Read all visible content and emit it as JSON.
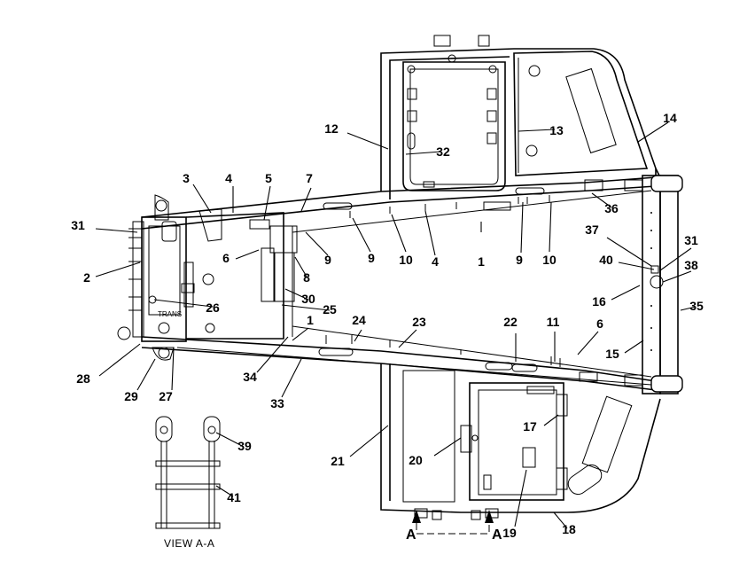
{
  "view_caption": "VIEW A-A",
  "trans_label": "TRANS",
  "section_marks": [
    "A",
    "A"
  ],
  "callouts": [
    {
      "label": "1"
    },
    {
      "label": "1"
    },
    {
      "label": "2"
    },
    {
      "label": "3"
    },
    {
      "label": "4"
    },
    {
      "label": "4"
    },
    {
      "label": "5"
    },
    {
      "label": "6"
    },
    {
      "label": "6"
    },
    {
      "label": "7"
    },
    {
      "label": "8"
    },
    {
      "label": "9"
    },
    {
      "label": "9"
    },
    {
      "label": "9"
    },
    {
      "label": "10"
    },
    {
      "label": "10"
    },
    {
      "label": "11"
    },
    {
      "label": "12"
    },
    {
      "label": "13"
    },
    {
      "label": "14"
    },
    {
      "label": "15"
    },
    {
      "label": "16"
    },
    {
      "label": "17"
    },
    {
      "label": "18"
    },
    {
      "label": "19"
    },
    {
      "label": "20"
    },
    {
      "label": "21"
    },
    {
      "label": "22"
    },
    {
      "label": "23"
    },
    {
      "label": "24"
    },
    {
      "label": "25"
    },
    {
      "label": "26"
    },
    {
      "label": "27"
    },
    {
      "label": "28"
    },
    {
      "label": "29"
    },
    {
      "label": "30"
    },
    {
      "label": "31"
    },
    {
      "label": "31"
    },
    {
      "label": "32"
    },
    {
      "label": "33"
    },
    {
      "label": "34"
    },
    {
      "label": "35"
    },
    {
      "label": "36"
    },
    {
      "label": "37"
    },
    {
      "label": "38"
    },
    {
      "label": "39"
    },
    {
      "label": "40"
    },
    {
      "label": "41"
    }
  ]
}
